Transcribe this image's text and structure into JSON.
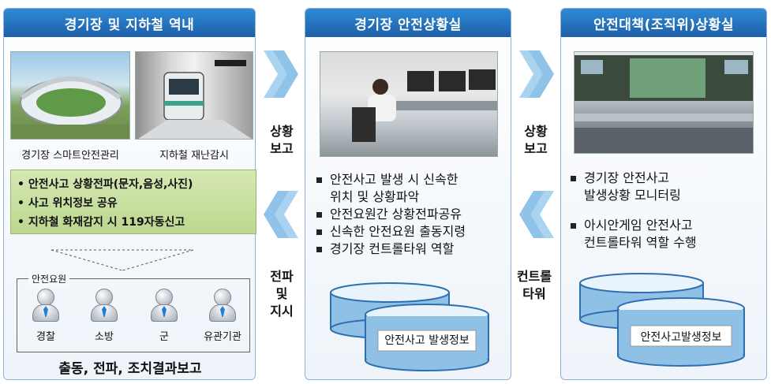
{
  "panel1": {
    "title": "경기장 및 지하철 역내",
    "captions": [
      "경기장 스마트안전관리",
      "지하철 재난감시"
    ],
    "info_lines": [
      "• 안전사고 상황전파(문자,음성,사진)",
      "• 사고 위치정보 공유",
      "• 지하철 화재감지 시 119자동신고"
    ],
    "staff_group_title": "안전요원",
    "staff": [
      "경찰",
      "소방",
      "군",
      "유관기관"
    ],
    "report_label": "출동, 전파, 조치결과보고"
  },
  "connector1": {
    "top_label": [
      "상황",
      "보고"
    ],
    "bottom_label": [
      "전파",
      "및",
      "지시"
    ]
  },
  "panel2": {
    "title": "경기장 안전상황실",
    "bullets": [
      [
        "안전사고 발생 시 신속한",
        "위치 및 상황파악"
      ],
      [
        "안전요원간 상황전파공유"
      ],
      [
        "신속한 안전요원 출동지령"
      ],
      [
        "경기장 컨트롤타워 역할"
      ]
    ],
    "db_label": "안전사고 발생정보"
  },
  "connector2": {
    "top_label": [
      "상황",
      "보고"
    ],
    "bottom_label": [
      "컨트롤",
      "타워"
    ]
  },
  "panel3": {
    "title": "안전대책(조직위)상황실",
    "bullets": [
      [
        "경기장 안전사고",
        "발생상황 모니터링"
      ],
      [
        "아시안게임 안전사고",
        "컨트롤타워 역할 수행"
      ]
    ],
    "db_label": "안전사고발생정보"
  },
  "colors": {
    "header": "#1d5fa8",
    "info_box": "#c8df9e",
    "chevron": "#8fc3e8",
    "cylinder": "#8fc0e6"
  }
}
